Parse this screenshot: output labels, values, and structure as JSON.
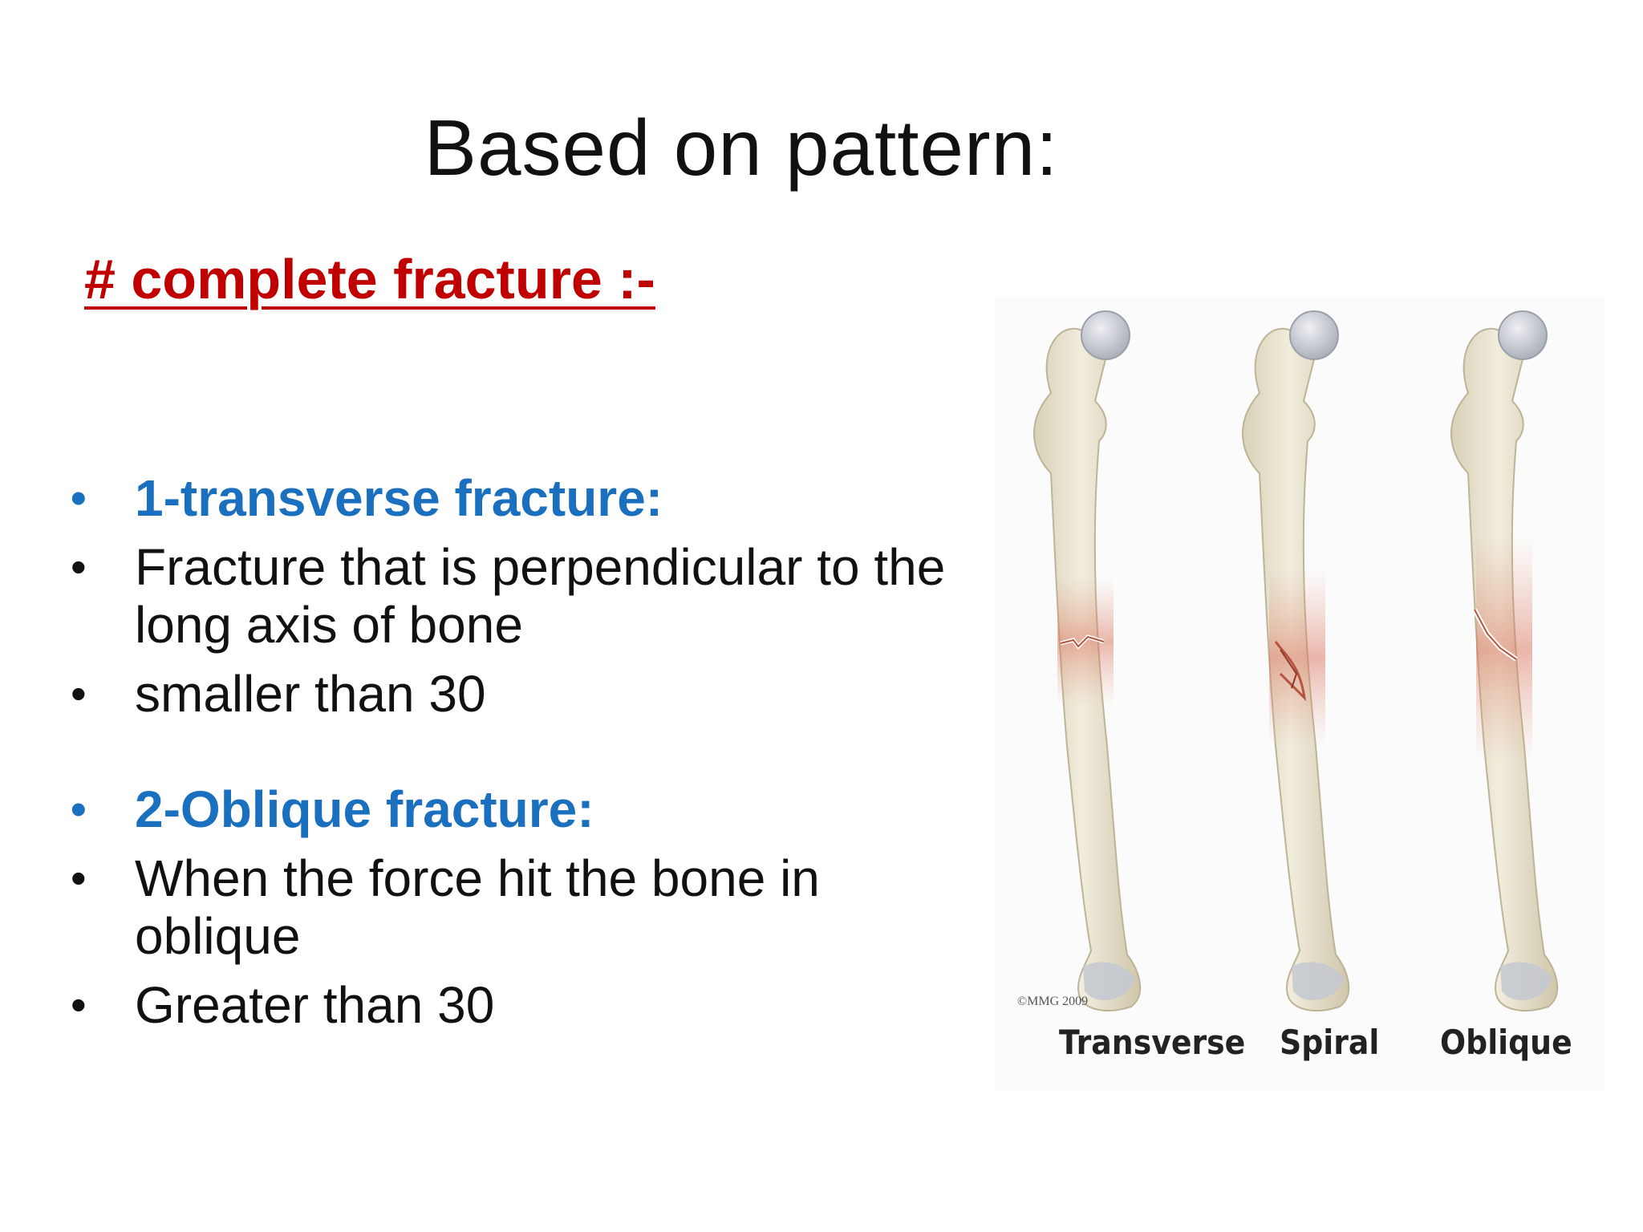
{
  "slide": {
    "title": "Based on pattern:",
    "subheading": "# complete fracture :-",
    "bullets": [
      {
        "text": "1-transverse fracture:",
        "style": "heading"
      },
      {
        "text": "Fracture that is perpendicular to the long axis of bone",
        "style": "body"
      },
      {
        "text": "smaller than 30",
        "style": "body"
      },
      {
        "text": "2-Oblique fracture:",
        "style": "heading"
      },
      {
        "text": "When the force hit the bone in oblique",
        "style": "body"
      },
      {
        "text": "Greater than 30",
        "style": "body"
      }
    ],
    "bullet_symbol": "•"
  },
  "figure": {
    "copyright": "©MMG 2009",
    "labels": [
      "Transverse",
      "Spiral",
      "Oblique"
    ]
  },
  "colors": {
    "title": "#111111",
    "subheading": "#c00000",
    "heading_bullet": "#1b6fbf",
    "bone": "#ece6d2",
    "bone_head": "#c9ccd3",
    "fracture": "#e49a86"
  }
}
